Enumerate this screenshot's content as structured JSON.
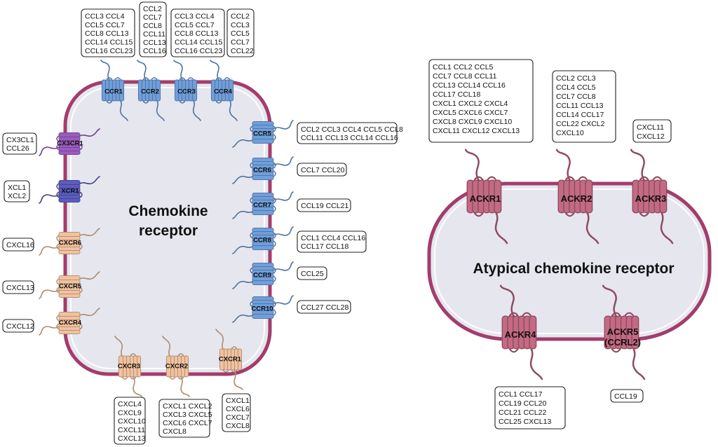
{
  "colors": {
    "membrane": "#a33d6b",
    "cytoplasm": "#e6e6ee",
    "ccr": "#6f9fdc",
    "cxcr": "#f2c29f",
    "cx3cr": "#9a5cc0",
    "xcr": "#5b5cc0",
    "ackr": "#c46a84"
  },
  "titles": {
    "left_line1": "Chemokine",
    "left_line2": "receptor",
    "right": "Atypical chemokine receptor"
  },
  "receptors": {
    "ccr1": {
      "name": "CCR1",
      "ligands": [
        "CCL3 CCL4",
        "CCL5 CCL7",
        "CCL8 CCL13",
        "CCL14 CCL15",
        "CCL16 CCL23"
      ]
    },
    "ccr2": {
      "name": "CCR2",
      "ligands": [
        "CCL2",
        "CCL7",
        "CCL8",
        "CCL11",
        "CCL13",
        "CCL16"
      ]
    },
    "ccr3": {
      "name": "CCR3",
      "ligands": [
        "CCL3 CCL4",
        "CCL5 CCL7",
        "CCL8 CCL13",
        "CCL14 CCL15",
        "CCL16 CCL23"
      ]
    },
    "ccr4": {
      "name": "CCR4",
      "ligands": [
        "CCL2",
        "CCL3",
        "CCL5",
        "CCL7",
        "CCL22"
      ]
    },
    "ccr5": {
      "name": "CCR5",
      "ligands": [
        "CCL2 CCL3 CCL4 CCL5 CCL8",
        "CCL11 CCL13 CCL14 CCL16"
      ]
    },
    "ccr6": {
      "name": "CCR6",
      "ligands": [
        "CCL7 CCL20"
      ]
    },
    "ccr7": {
      "name": "CCR7",
      "ligands": [
        "CCL19 CCL21"
      ]
    },
    "ccr8": {
      "name": "CCR8",
      "ligands": [
        "CCL1 CCL4 CCL16",
        "CCL17 CCL18"
      ]
    },
    "ccr9": {
      "name": "CCR9",
      "ligands": [
        "CCL25"
      ]
    },
    "ccr10": {
      "name": "CCR10",
      "ligands": [
        "CCL27 CCL28"
      ]
    },
    "cx3cr1": {
      "name": "CX3CR1",
      "ligands": [
        "CX3CL1",
        "CCL26"
      ]
    },
    "xcr1": {
      "name": "XCR1",
      "ligands": [
        "XCL1",
        "XCL2"
      ]
    },
    "cxcr6": {
      "name": "CXCR6",
      "ligands": [
        "CXCL16"
      ]
    },
    "cxcr5": {
      "name": "CXCR5",
      "ligands": [
        "CXCL13"
      ]
    },
    "cxcr4": {
      "name": "CXCR4",
      "ligands": [
        "CXCL12"
      ]
    },
    "cxcr3": {
      "name": "CXCR3",
      "ligands": [
        "CXCL4",
        "CXCL9",
        "CXCL10",
        "CXCL11",
        "CXCL13"
      ]
    },
    "cxcr2": {
      "name": "CXCR2",
      "ligands": [
        "CXCL1 CXCL2",
        "CXCL3 CXCL5",
        "CXCL6 CXCL7",
        "CXCL8"
      ]
    },
    "cxcr1": {
      "name": "CXCR1",
      "ligands": [
        "CXCL1",
        "CXCL6",
        "CXCL7",
        "CXCL8"
      ]
    },
    "ackr1": {
      "name": "ACKR1",
      "ligands": [
        "CCL1 CCL2 CCL5",
        "CCL7 CCL8 CCL11",
        "CCL13 CCL14 CCL16",
        "CCL17 CCL18",
        "CXCL1 CXCL2 CXCL4",
        "CXCL5 CXCL6 CXCL7",
        "CXCL8 CXCL9 CXCL10",
        "CXCL11 CXCL12 CXCL13"
      ]
    },
    "ackr2": {
      "name": "ACKR2",
      "ligands": [
        "CCL2 CCL3",
        "CCL4 CCL5",
        "CCL7 CCL8",
        "CCL11 CCL13",
        "CCL14 CCL17",
        "CCL22 CXCL2",
        "CXCL10"
      ]
    },
    "ackr3": {
      "name": "ACKR3",
      "ligands": [
        "CXCL11",
        "CXCL12"
      ]
    },
    "ackr4": {
      "name": "ACKR4",
      "ligands": [
        "CCL1 CCL17",
        "CCL19 CCL20",
        "CCL21 CCL22",
        "CCL25 CXCL13"
      ]
    },
    "ackr5": {
      "name": "ACKR5",
      "name2": "(CCRL2)",
      "ligands": [
        "CCL19"
      ]
    }
  }
}
